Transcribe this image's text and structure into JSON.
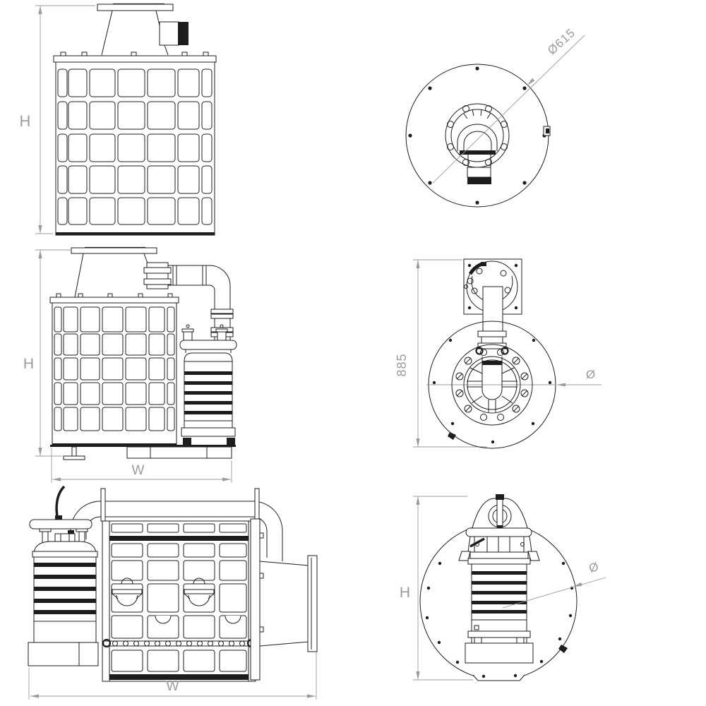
{
  "colors": {
    "line": "#1d1d1d",
    "dim": "#9b9b9b",
    "background": "#ffffff"
  },
  "views": {
    "front_elevation": {
      "dim_height_label": "H"
    },
    "plan_top": {
      "dim_diameter_label": "Ø615"
    },
    "side_elevation_pump": {
      "dim_height_label": "H",
      "dim_width_label": "W"
    },
    "rear_plan": {
      "dim_height_label": "885",
      "dim_diameter_label": "Ø"
    },
    "side_elevation_full": {
      "dim_width_label": "W"
    },
    "end_elevation": {
      "dim_height_label": "H",
      "dim_diameter_label": "Ø"
    }
  }
}
